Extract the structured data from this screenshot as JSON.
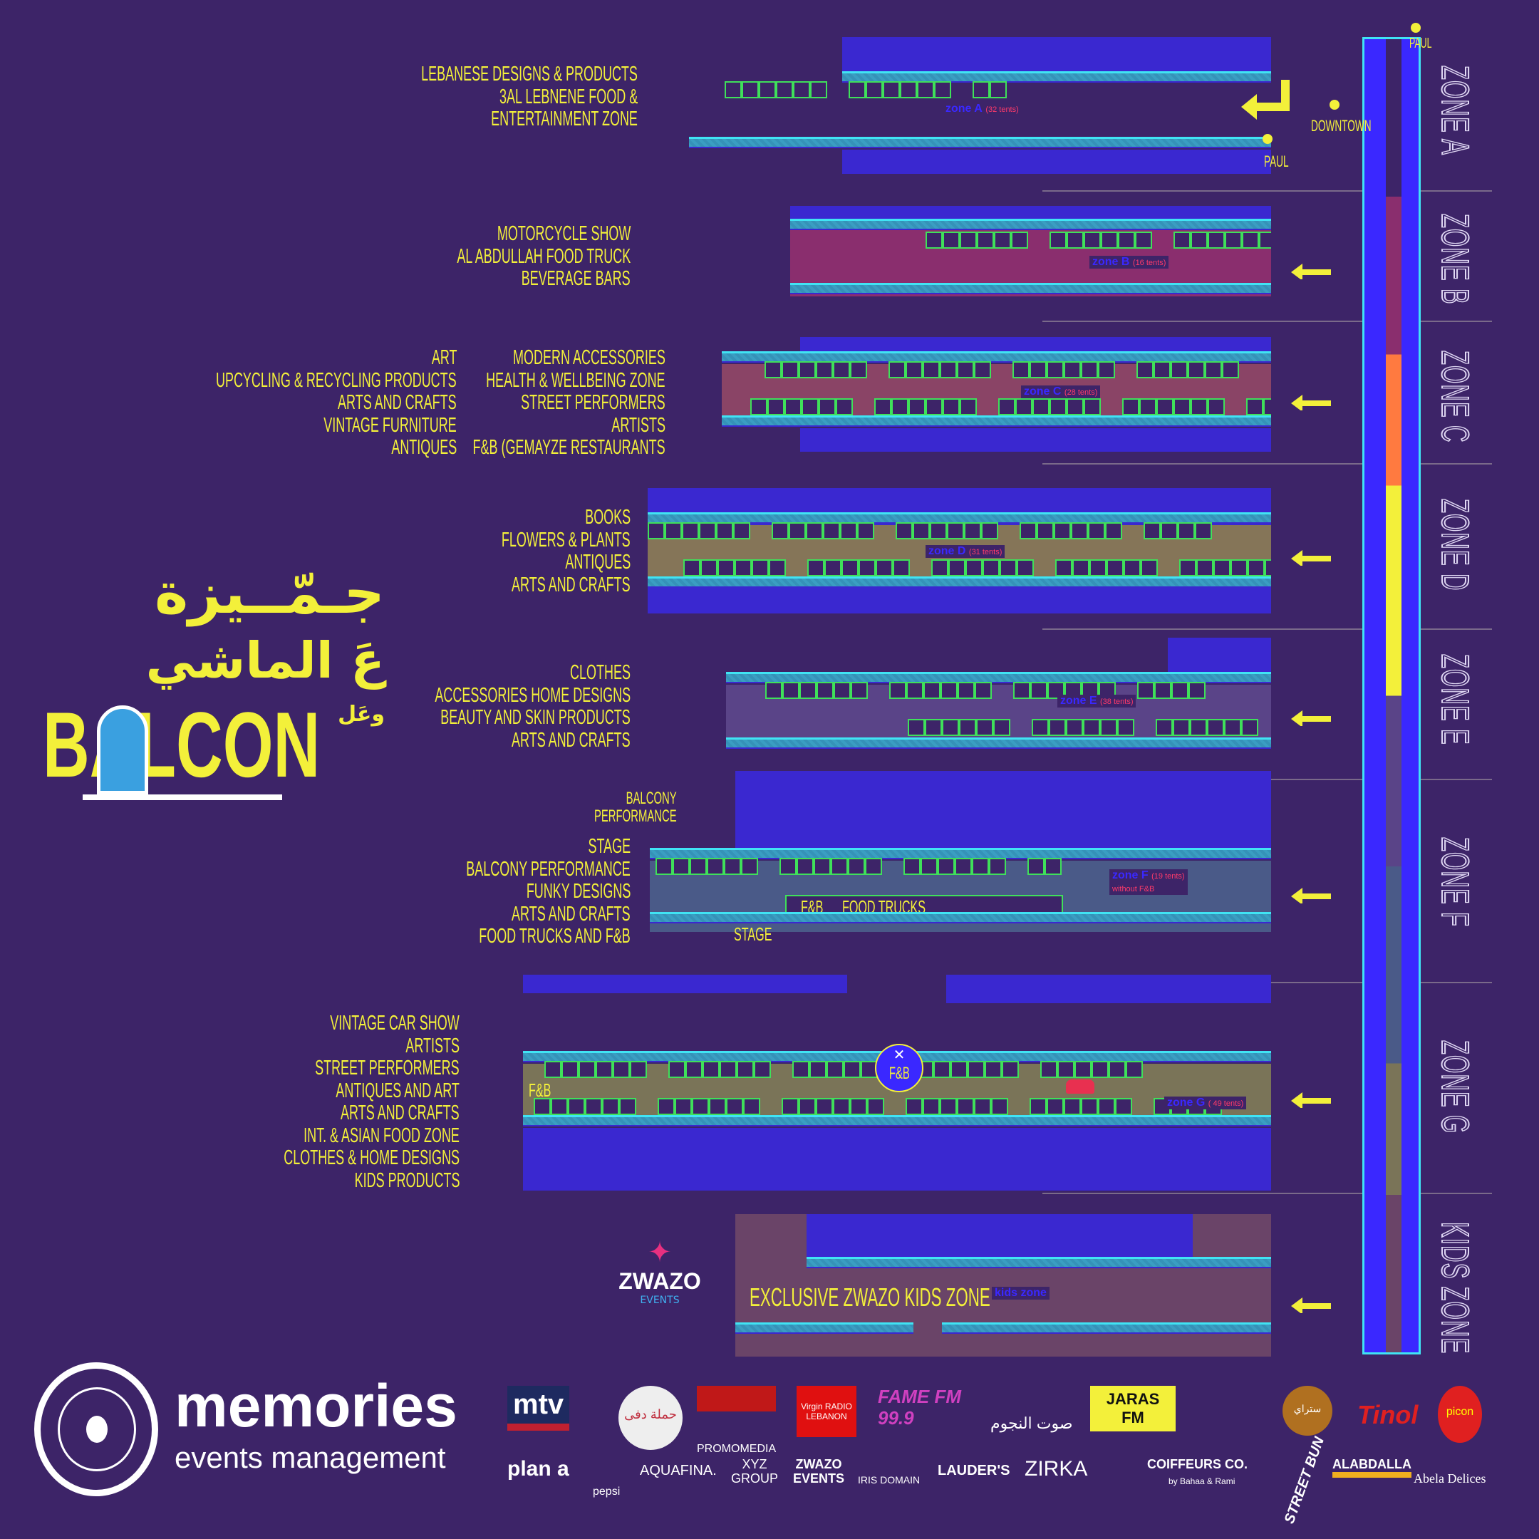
{
  "colors": {
    "background": "#3d2468",
    "accent_yellow": "#f3f03a",
    "building": "#3a28d0",
    "walkway": "#3a9ec2",
    "tent_outline": "#3fe05a"
  },
  "title": {
    "arabic_line1": "جـمّــيزة",
    "arabic_line2": "عَ الماشي",
    "arabic_and": "وعَل",
    "latin": "BALCON"
  },
  "zones": [
    {
      "id": "A",
      "name": "ZONE A",
      "label": "zone A",
      "tents": "(32 tents)",
      "descriptions": [
        "LEBANESE DESIGNS  & PRODUCTS",
        "3AL LEBNENE FOOD &",
        "ENTERTAINMENT ZONE"
      ],
      "fill": "#3d2468"
    },
    {
      "id": "B",
      "name": "ZONE B",
      "label": "zone B",
      "tents": "(16 tents)",
      "descriptions": [
        "MOTORCYCLE SHOW",
        "AL ABDULLAH FOOD TRUCK",
        "BEVERAGE BARS"
      ],
      "fill": "#8a2e6e"
    },
    {
      "id": "C",
      "name": "ZONE C",
      "label": "zone C",
      "tents": "(28 tents)",
      "descriptions_left": [
        "ART",
        "UPCYCLING & RECYCLING PRODUCTS",
        "ARTS AND CRAFTS",
        "VINTAGE FURNITURE",
        "ANTIQUES"
      ],
      "descriptions": [
        "MODERN ACCESSORIES",
        "HEALTH & WELLBEING ZONE",
        "STREET PERFORMERS",
        "ARTISTS",
        "F&B (GEMAYZE RESTAURANTS"
      ],
      "fill": "#8a4466"
    },
    {
      "id": "D",
      "name": "ZONE D",
      "label": "zone D",
      "tents": "(31 tents)",
      "descriptions": [
        "BOOKS",
        "FLOWERS & PLANTS",
        "ANTIQUES",
        "ARTS AND CRAFTS"
      ],
      "fill": "#857558"
    },
    {
      "id": "E",
      "name": "ZONE E",
      "label": "zone E",
      "tents": "(38 tents)",
      "descriptions": [
        "CLOTHES",
        "ACCESSORIES HOME DESIGNS",
        "BEAUTY AND SKIN PRODUCTS",
        "ARTS AND CRAFTS"
      ],
      "fill": "#5a4488"
    },
    {
      "id": "F",
      "name": "ZONE F",
      "label": "zone F",
      "tents": "(19 tents)",
      "tents_note": "without F&B",
      "descriptions": [
        "STAGE",
        "BALCONY PERFORMANCE",
        "FUNKY DESIGNS",
        "ARTS AND CRAFTS",
        "FOOD TRUCKS AND F&B"
      ],
      "fill": "#4a5a88"
    },
    {
      "id": "G",
      "name": "ZONE G",
      "label": "zone G",
      "tents": "( 49 tents)",
      "descriptions": [
        "VINTAGE CAR SHOW",
        "ARTISTS",
        "STREET PERFORMERS",
        "ANTIQUES AND ART",
        "ARTS AND CRAFTS",
        "INT. & ASIAN FOOD ZONE",
        "CLOTHES & HOME DESIGNS",
        "KIDS PRODUCTS"
      ],
      "fill": "#7a7458"
    },
    {
      "id": "K",
      "name": "KIDS ZONE",
      "label": "kids zone",
      "tents": "",
      "descriptions": [],
      "fill": "#6a4468"
    }
  ],
  "map_labels": {
    "downtown": "DOWNTOWN",
    "paul_top": "PAUL",
    "paul_zone_a": "PAUL",
    "balcony_performance": [
      "BALCONY",
      "PERFORMANCE"
    ],
    "fb_food_trucks_1": "F&B",
    "fb_food_trucks_2": "FOOD TRUCKS",
    "stage": "STAGE",
    "fb_zone_g": "F&B",
    "fb_badge": "F&B",
    "kids_zone_title": "EXCLUSIVE ZWAZO KIDS ZONE"
  },
  "zwazo": {
    "name": "ZWAZO",
    "sub": "EVENTS"
  },
  "organizer": {
    "name": "memories",
    "tagline": "events management"
  },
  "sponsors_row1": [
    "mtv",
    "حملة دفى",
    "PROMOMEDIA",
    "Virgin RADIO LEBANON",
    "FAME FM 99.9",
    "صوت النجوم",
    "JARAS FM",
    "ستراي",
    "Tinol",
    "picon"
  ],
  "sponsors_row2": [
    "plan a",
    "pepsi",
    "AQUAFINA.",
    "XYZ GROUP",
    "ZWAZO EVENTS",
    "IRIS DOMAIN",
    "LAUDER'S",
    "ZIRKA",
    "",
    "COIFFEURS CO.",
    "by Bahaa & Rami",
    "STREET BUN",
    "ALABDALLA",
    "Abela Delices"
  ]
}
